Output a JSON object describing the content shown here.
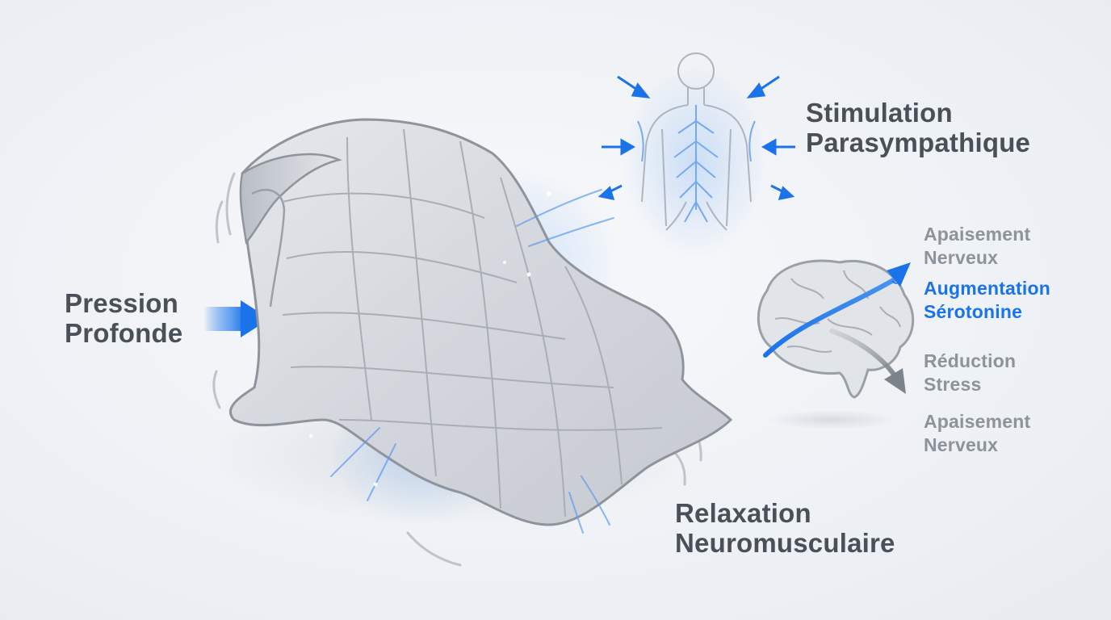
{
  "colors": {
    "accent": "#1a73e8",
    "text_dark": "#4a5058",
    "text_muted": "#8d939b",
    "blanket": "#d5d8de",
    "blanket_edge": "#8e949c"
  },
  "icons": {
    "blanket": "weighted-blanket-icon",
    "nervous_system": "nervous-system-icon",
    "brain": "brain-icon",
    "pressure_arrow": "arrow-right-icon"
  },
  "labels": {
    "pression": [
      "Pression",
      "Profonde"
    ],
    "stimulation": [
      "Stimulation",
      "Parasympathique"
    ],
    "relaxation": [
      "Relaxation",
      "Neuromusculaire"
    ],
    "effects": [
      {
        "lines": [
          "Apaisement",
          "Nerveux"
        ],
        "highlight": false
      },
      {
        "lines": [
          "Augmentation",
          "Sérotonine"
        ],
        "highlight": true
      },
      {
        "lines": [
          "Réduction",
          "Stress"
        ],
        "highlight": false
      },
      {
        "lines": [
          "Apaisement",
          "Nerveux"
        ],
        "highlight": false
      }
    ]
  }
}
